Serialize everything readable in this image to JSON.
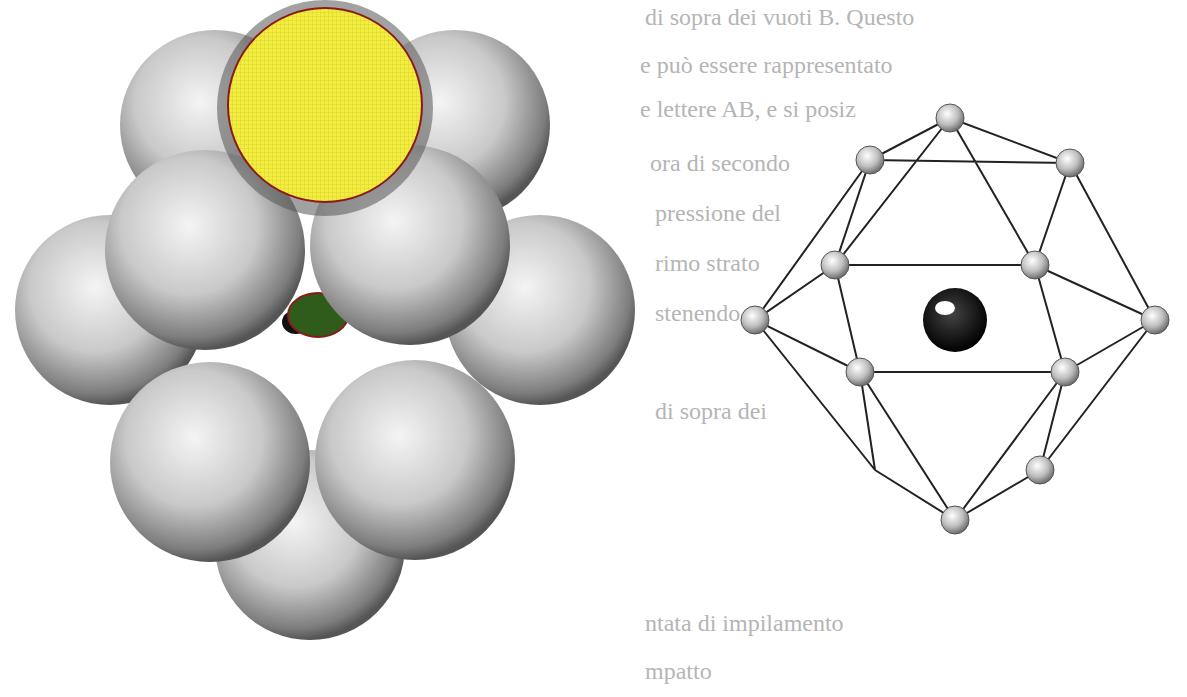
{
  "diagram": {
    "labels": [
      "di sopra dei vuoti B. Questo",
      "e può essere rappresentato",
      "e lettere AB, e si posiz",
      "ora di secondo",
      "pressione del",
      "rimo strato",
      "stenendo",
      "di sopra dei",
      "ntata di impilamento",
      "mpatto"
    ]
  }
}
